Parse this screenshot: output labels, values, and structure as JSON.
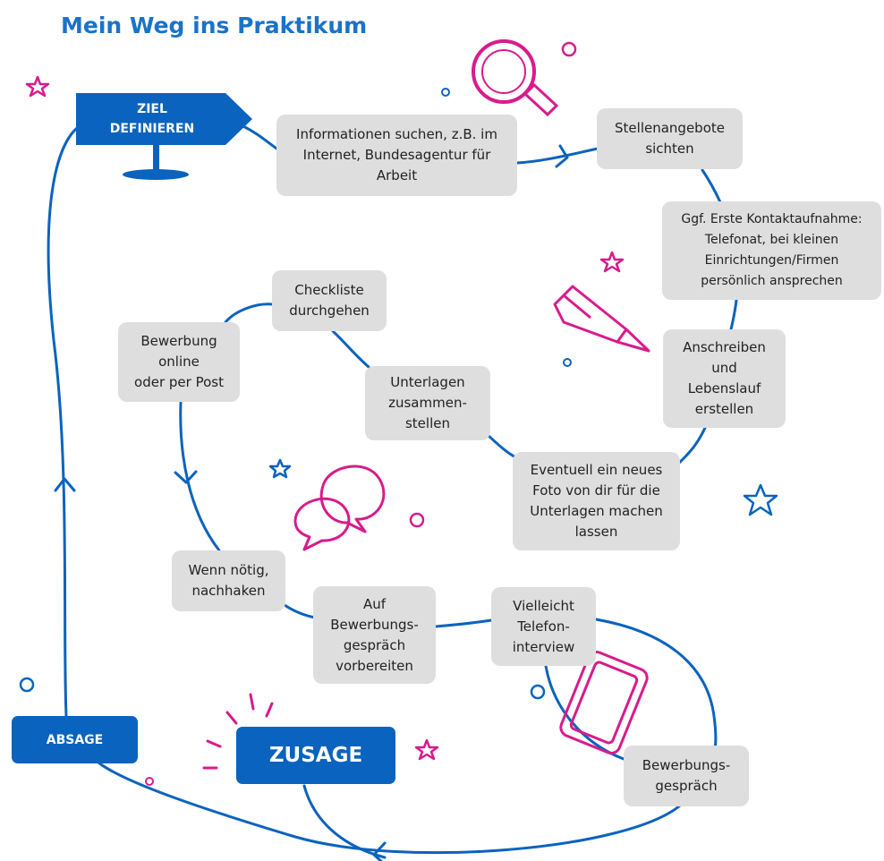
{
  "title": "Mein Weg ins Praktikum",
  "colors": {
    "blue": "#0a63be",
    "pink": "#d81b8c",
    "box": "#dedede"
  },
  "labels": {
    "ziel": "ZIEL\nDEFINIEREN",
    "absage": "ABSAGE",
    "zusage": "ZUSAGE"
  },
  "steps": {
    "informationen": "Informationen suchen, z.B. im\nInternet, Bundesagentur für\nArbeit",
    "stellenangebote": "Stellenangebote\nsichten",
    "kontakt": "Ggf. Erste Kontaktaufnahme:\nTelefonat, bei kleinen\nEinrichtungen/Firmen\npersönlich ansprechen",
    "anschreiben": "Anschreiben\nund\nLebenslauf\nerstellen",
    "foto": "Eventuell ein neues\nFoto von dir für die\nUnterlagen machen\nlassen",
    "unterlagen": "Unterlagen\nzusammen-\nstellen",
    "checkliste": "Checkliste\ndurchgehen",
    "bewerbung": "Bewerbung\nonline\noder per Post",
    "nachhaken": "Wenn nötig,\nnachhaken",
    "vorbereiten": "Auf\nBewerbungs-\ngespräch\nvorbereiten",
    "telefoninterview": "Vielleicht\nTelefon-\ninterview",
    "gespraech": "Bewerbungs-\ngespräch"
  },
  "icons": [
    "magnifier-icon",
    "pencil-icon",
    "speech-bubbles-icon",
    "smartphone-icon",
    "star-icon",
    "circle-icon"
  ]
}
